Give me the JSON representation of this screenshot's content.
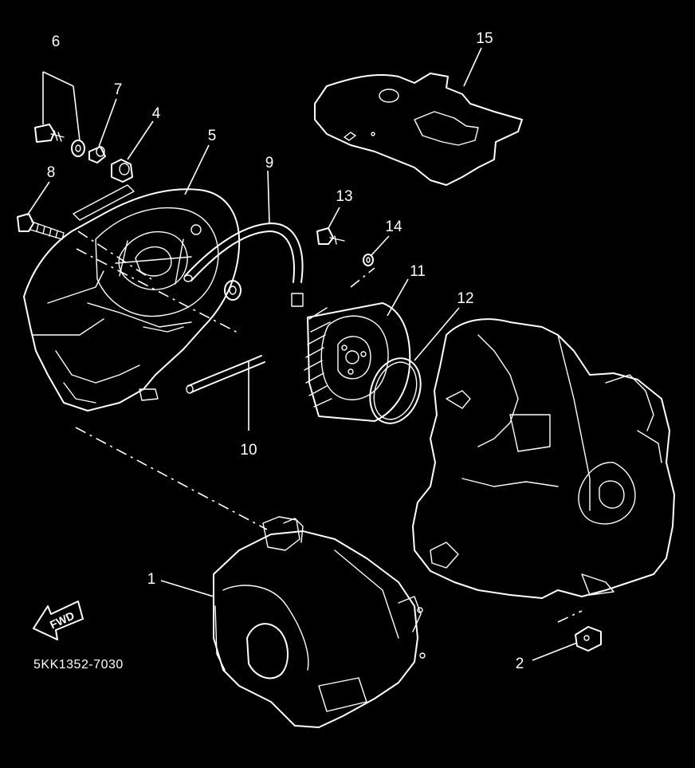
{
  "diagram": {
    "part_code": "5KK1352-7030",
    "fwd_label": "FWD",
    "callouts": [
      "1",
      "2",
      "4",
      "5",
      "6",
      "7",
      "8",
      "9",
      "10",
      "11",
      "12",
      "13",
      "14",
      "15"
    ],
    "colors": {
      "background": "#000000",
      "line": "#ffffff"
    }
  }
}
